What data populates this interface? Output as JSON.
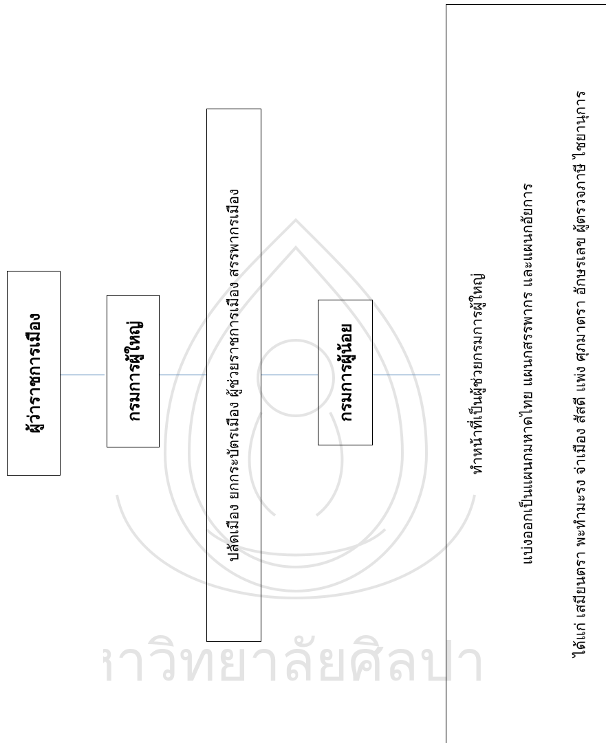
{
  "boxes": {
    "governor": "ผู้ว่าราชการเมือง",
    "senior_officials": "กรมการผู้ใหญ่",
    "senior_officials_desc": "ปลัดเมือง ยกกระบัตรเมือง ผู้ช่วยราชการเมือง สรรพากรเมือง",
    "junior_officials": "กรมการผู้น้อย",
    "junior_desc_line1": "ทำหน้าที่เป็นผู้ช่วยกรมการผู้ใหญ่",
    "junior_desc_line2": "แบ่งออกเป็นแผนกมหาดไทย แผนกสรรพากร และแผนกอัยการ",
    "junior_desc_line3": "ได้แก่ เสมียนตรา พะทำมะรง จ่าเมือง สัสดี แพ่ง ศุภมาตรา อักษรเลข ผู้ตรวจภาษี ไชยานุการ"
  },
  "watermark_text": "มหาวิทยาลัยศิลปากร",
  "colors": {
    "connector": "#4a7fb5",
    "border": "#000000"
  }
}
